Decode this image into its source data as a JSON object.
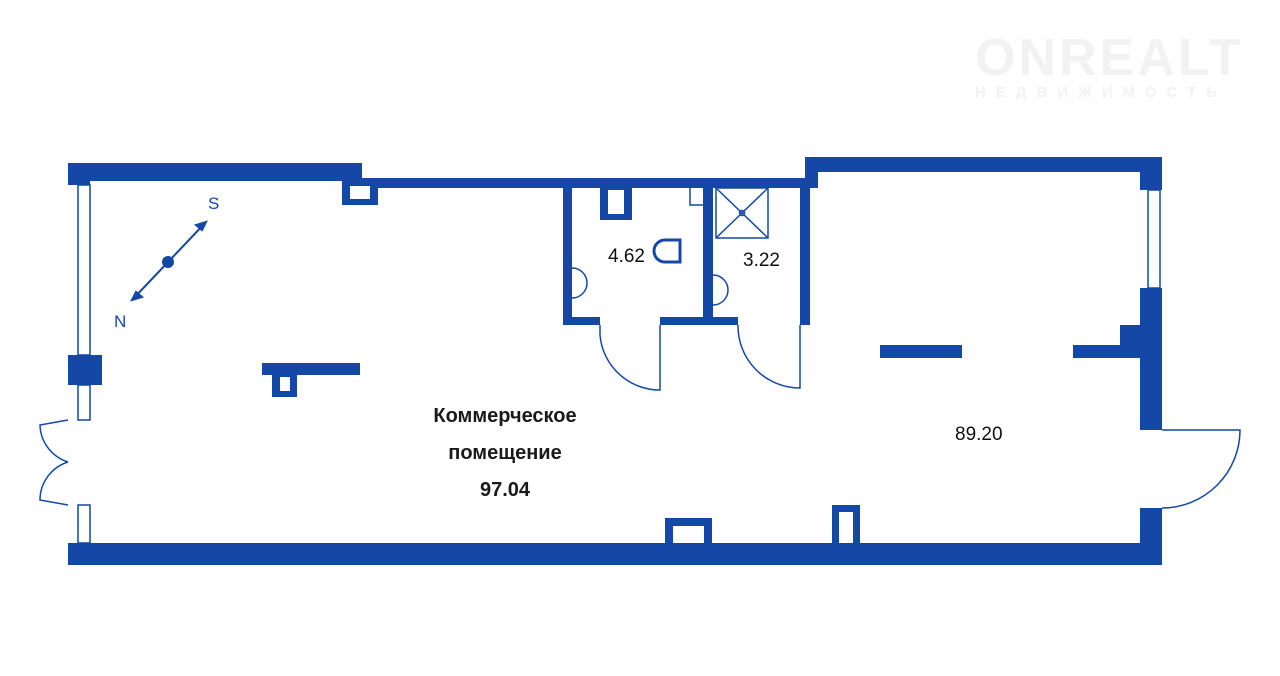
{
  "watermark": {
    "brand": "ONREALT",
    "subtitle": "НЕДВИЖИМОСТЬ"
  },
  "rooms": {
    "main_label_line1": "Коммерческое",
    "main_label_line2": "помещение",
    "main_area": "97.04",
    "bath1_area": "4.62",
    "bath2_area": "3.22",
    "right_area": "89.20"
  },
  "compass": {
    "south": "S",
    "north": "N"
  },
  "colors": {
    "wall": "#1447a6"
  }
}
